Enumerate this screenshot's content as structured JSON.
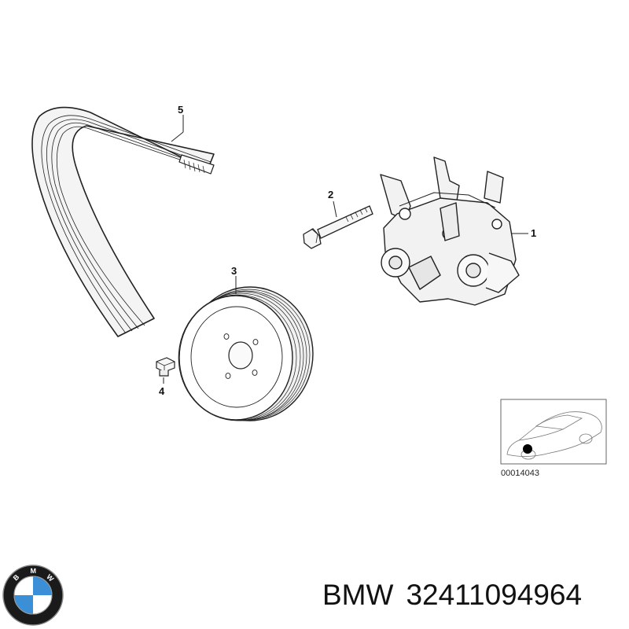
{
  "callouts": {
    "pump": "1",
    "bolt": "2",
    "pulley": "3",
    "screw": "4",
    "belt": "5"
  },
  "thumbnail": {
    "code": "00014043"
  },
  "logo": {
    "letters": [
      "B",
      "M",
      "W"
    ],
    "colors": {
      "blue": "#3a8fd6",
      "white": "#ffffff",
      "ring": "#1a1a1a"
    }
  },
  "footer": {
    "brand": "BMW",
    "part_number": "32411094964"
  }
}
